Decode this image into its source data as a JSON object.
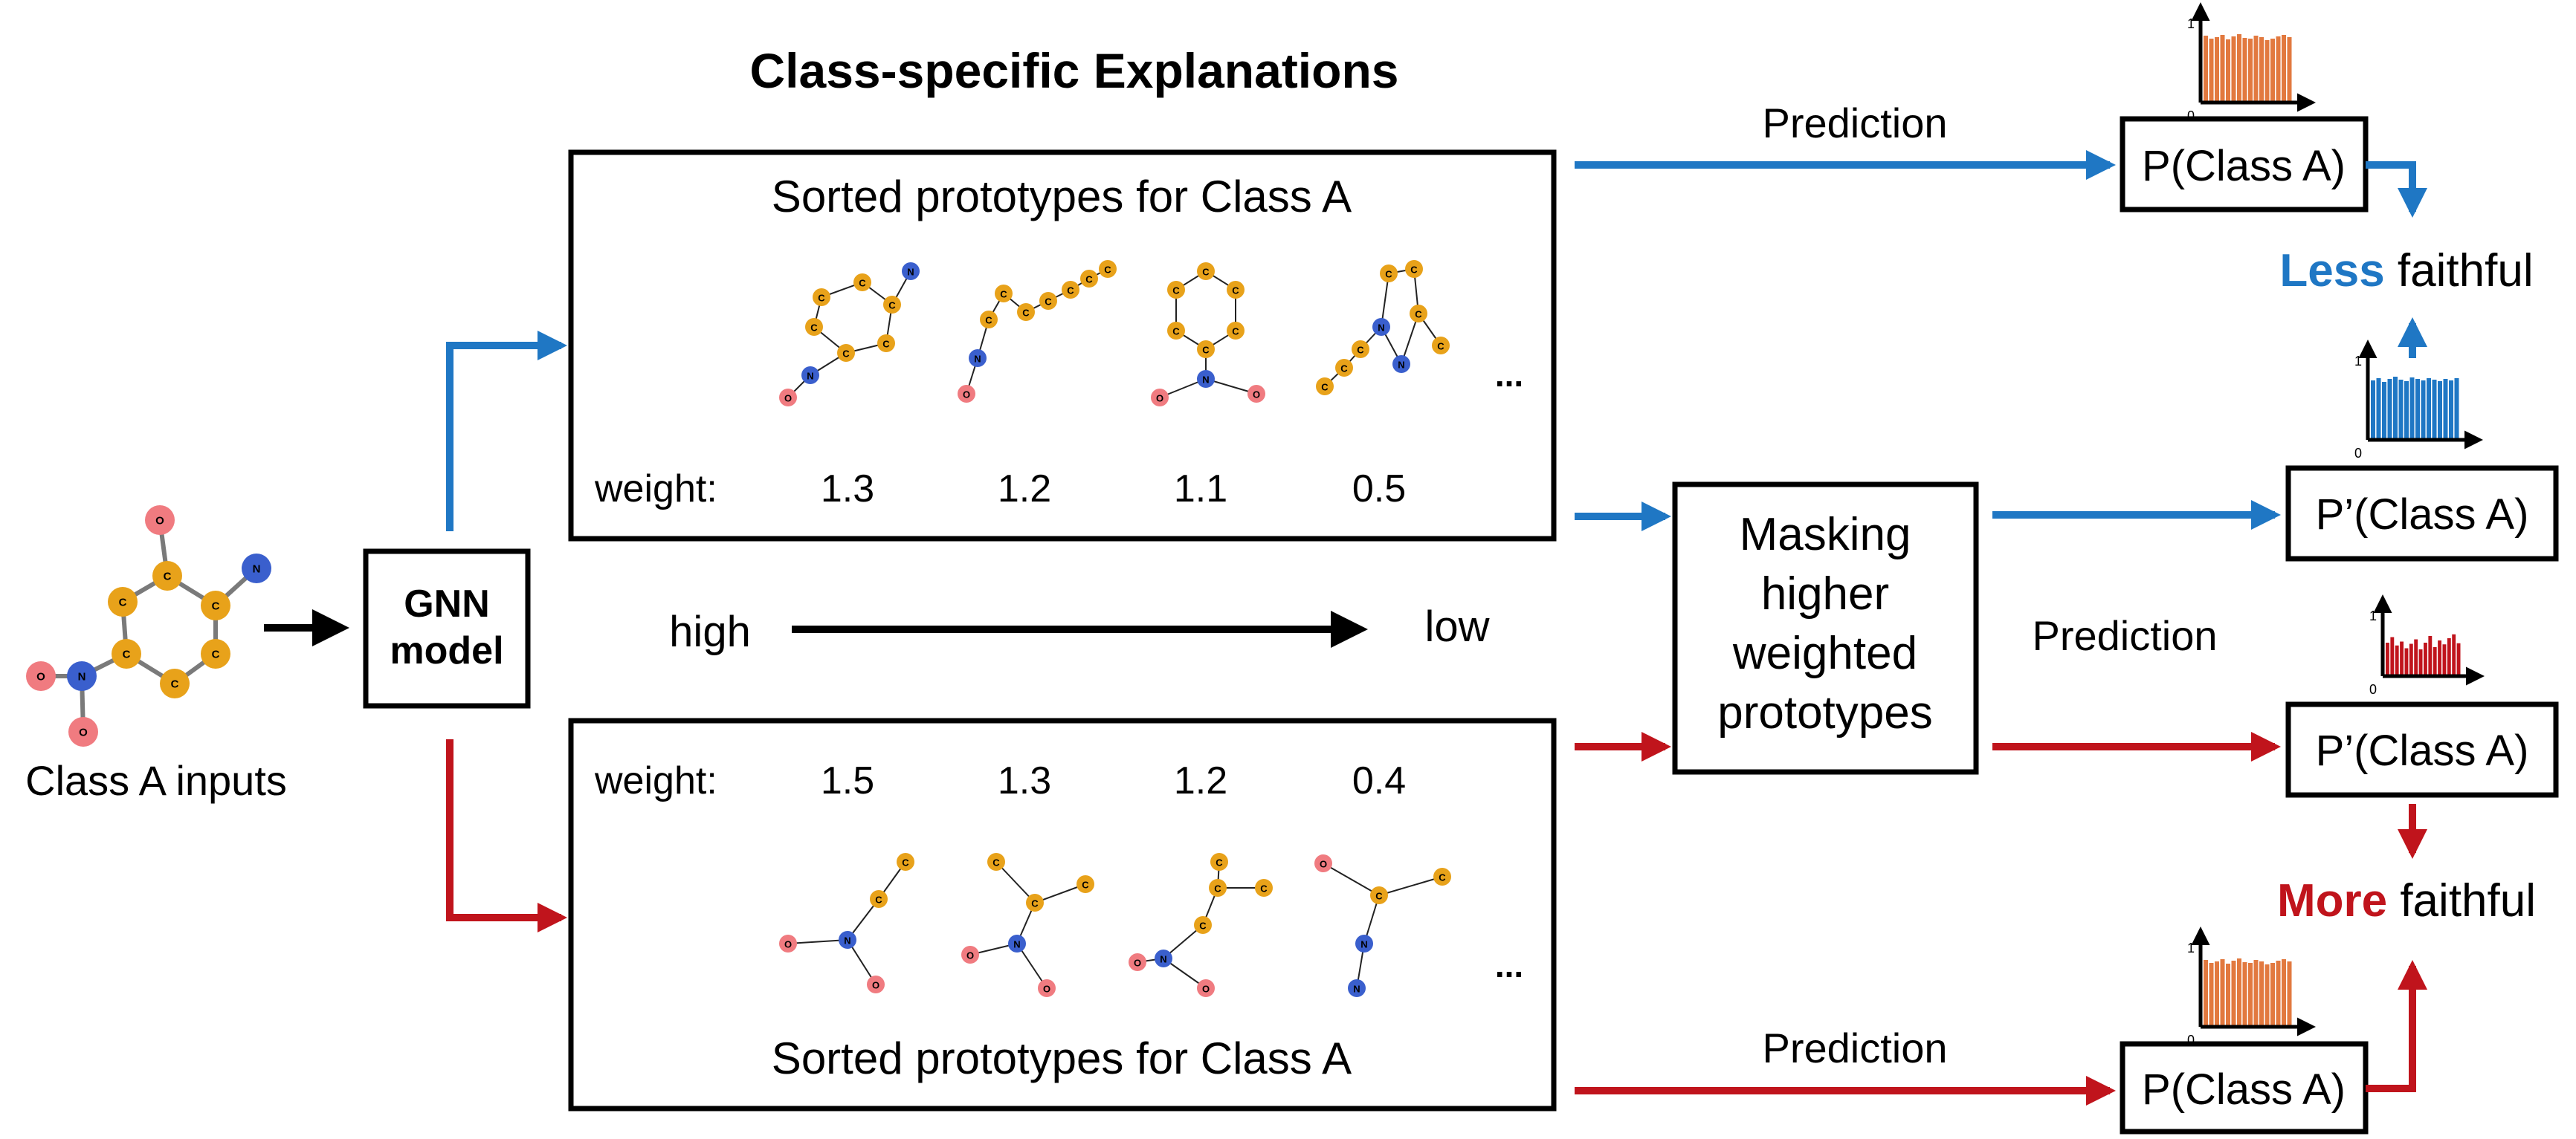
{
  "title": "Class-specific Explanations",
  "input_label": "Class A inputs",
  "gnn_model": {
    "line1": "GNN",
    "line2": "model"
  },
  "scale": {
    "high": "high",
    "low": "low"
  },
  "top_panel": {
    "heading": "Sorted prototypes for Class A",
    "weight_label": "weight:",
    "weights": [
      "1.3",
      "1.2",
      "1.1",
      "0.5"
    ],
    "ellipsis": "..."
  },
  "bottom_panel": {
    "heading": "Sorted prototypes for Class A",
    "weight_label": "weight:",
    "weights": [
      "1.5",
      "1.3",
      "1.2",
      "0.4"
    ],
    "ellipsis": "..."
  },
  "masking_box": {
    "lines": [
      "Masking",
      "higher",
      "weighted",
      "prototypes"
    ]
  },
  "prediction_labels": {
    "top": "Prediction",
    "middle": "Prediction",
    "bottom": "Prediction"
  },
  "output_boxes": {
    "top": "P(Class A)",
    "middle_top": "P’(Class A)",
    "middle_bottom": "P’(Class A)",
    "bottom": "P(Class A)"
  },
  "faithfulness": {
    "less": {
      "emphasis": "Less",
      "rest": " faithful"
    },
    "more": {
      "emphasis": "More",
      "rest": " faithful"
    }
  },
  "histograms": {
    "axis_max": "1",
    "axis_min": "0",
    "top": {
      "bar_color": "#e2793f",
      "values": [
        0.9,
        0.86,
        0.88,
        0.91,
        0.85,
        0.89,
        0.92,
        0.87,
        0.86,
        0.9,
        0.88,
        0.84,
        0.86,
        0.89,
        0.91,
        0.88
      ]
    },
    "middle_top": {
      "bar_color": "#1f77c4",
      "values": [
        0.8,
        0.83,
        0.78,
        0.82,
        0.85,
        0.81,
        0.79,
        0.84,
        0.82,
        0.8,
        0.83,
        0.81,
        0.79,
        0.82,
        0.8,
        0.83
      ]
    },
    "middle_bottom": {
      "bar_color": "#c0141c",
      "values": [
        0.6,
        0.7,
        0.55,
        0.62,
        0.5,
        0.58,
        0.66,
        0.48,
        0.6,
        0.72,
        0.52,
        0.64,
        0.57,
        0.68,
        0.75,
        0.59
      ]
    },
    "bottom": {
      "bar_color": "#e2793f",
      "values": [
        0.9,
        0.86,
        0.88,
        0.91,
        0.85,
        0.89,
        0.92,
        0.87,
        0.86,
        0.9,
        0.88,
        0.84,
        0.86,
        0.89,
        0.91,
        0.88
      ]
    }
  },
  "colors": {
    "blue": "#1f77c4",
    "red": "#c0141c",
    "carbon": "#e8a21a",
    "nitrogen": "#3a5fcd",
    "oxygen": "#f07b80",
    "black": "#000000"
  },
  "atoms": {
    "carbon": "C",
    "nitrogen": "N",
    "oxygen": "O"
  }
}
